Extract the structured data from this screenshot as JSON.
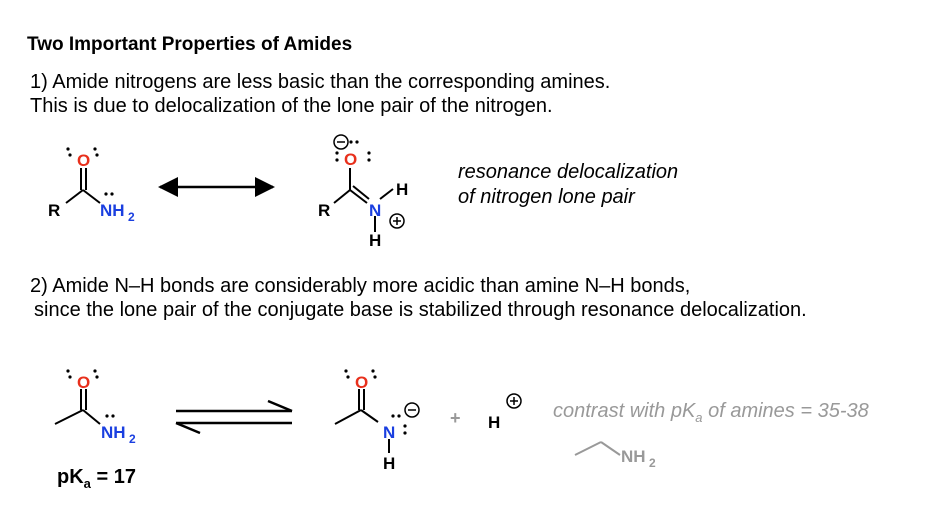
{
  "title": "Two Important Properties of Amides",
  "point1": {
    "line1": "1) Amide nitrogens are less basic than the corresponding amines.",
    "line2": "This is due to delocalization of the lone pair of the nitrogen."
  },
  "resonance_note": {
    "line1": "resonance delocalization",
    "line2": "of nitrogen lone pair"
  },
  "point2": {
    "line1": "2) Amide N–H bonds are considerably more acidic than amine N–H bonds,",
    "line2": "since the lone pair of the conjugate base is stabilized through resonance delocalization."
  },
  "contrast": {
    "prefix": "contrast with pK",
    "subscript": "a",
    "suffix": " of amines = 35-38"
  },
  "pka": {
    "prefix": "pK",
    "subscript": "a",
    "suffix": " = 17"
  },
  "atoms": {
    "oxygen": "O",
    "nitrogen": "N",
    "hydrogen": "H",
    "r_group": "R",
    "nh2_main": "NH",
    "nh2_sub": "2",
    "plus": "+",
    "lone_pair_dots": ":"
  },
  "colors": {
    "oxygen": "#e8301c",
    "nitrogen": "#1a3fe0",
    "bond": "#000000",
    "muted": "#999999"
  }
}
